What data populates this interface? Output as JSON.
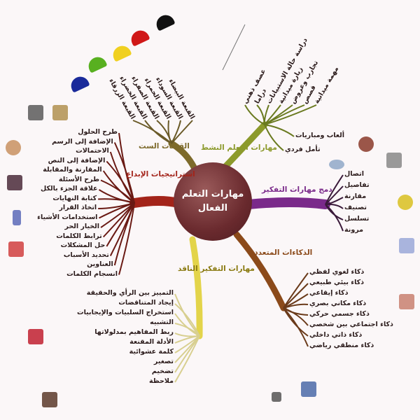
{
  "center": {
    "line1": "مهارات التعلم",
    "line2": "الفعال"
  },
  "groups": {
    "hats": {
      "title": "القبعات الست",
      "color": "#7d6a2b",
      "items": [
        "القبعة البيضاء",
        "القبعة السوداء",
        "القبعة الحمراء",
        "القبعة الصفراء",
        "القبعة الخضراء",
        "القبعة الزرقاء"
      ]
    },
    "active": {
      "title": "مهارات التعلم النشط",
      "color": "#8c9a2c",
      "items": [
        "عصف ذهني",
        "دراما",
        "دراسة حالة الاستبيانات",
        "زيارة ميدانية",
        "تجارب وعروض",
        "قصص",
        "مهمة ميدانية",
        "ألعاب ومباريات",
        "تأمل فردي"
      ]
    },
    "thinking": {
      "title": "دمج مهارات التفكير",
      "color": "#7a2a8a",
      "items": [
        "اتصال",
        "تفاصيل",
        "مقارنة",
        "تصنيف",
        "تسلسل",
        "مرونة"
      ]
    },
    "intelligences": {
      "title": "الذكاءات المتعددة",
      "color": "#8b4a1a",
      "items": [
        "ذكاء لغوي لفظي",
        "ذكاء بيئي طبيعي",
        "ذكاء إيقاعي",
        "ذكاء مكاني بصري",
        "ذكاء جسمي حركي",
        "ذكاء اجتماعي بين شخصي",
        "ذكاء ذاتي داخلي",
        "ذكاء منطقي رياضي"
      ]
    },
    "critical": {
      "title": "مهارات التفكير الناقد",
      "color": "#e3d44a",
      "items": [
        "التمييز بين الرأي والحقيقة",
        "إيجاد المتناقضات",
        "استخراج السلبيات والإيجابيات",
        "التشبيه",
        "ربط المفاهيم بمدلولاتها",
        "الأدلة المقنعة",
        "كلمة عشوائية",
        "تصغير",
        "تضخيم",
        "ملاحظة"
      ]
    },
    "creativity": {
      "title": "استراتيجيات الإبداع",
      "color": "#a3241a",
      "items": [
        "طرح الحلول",
        "الإضافة إلى الرسم",
        "الاحتمالات",
        "الإضافة إلى النص",
        "المقارنة والمقابلة",
        "طرح الأسئلة",
        "علاقة الجزء بالكل",
        "كتابة النهايات",
        "اتخاذ القرار",
        "استخدامات الأشياء",
        "الخيار الحر",
        "ترابط الكلمات",
        "حل المشكلات",
        "تحديد الأسباب",
        "العناوين",
        "انسجام الكلمات"
      ]
    }
  },
  "hat_colors": [
    "#111111",
    "#d01818",
    "#f0d020",
    "#58b020",
    "#1a2a9a"
  ]
}
